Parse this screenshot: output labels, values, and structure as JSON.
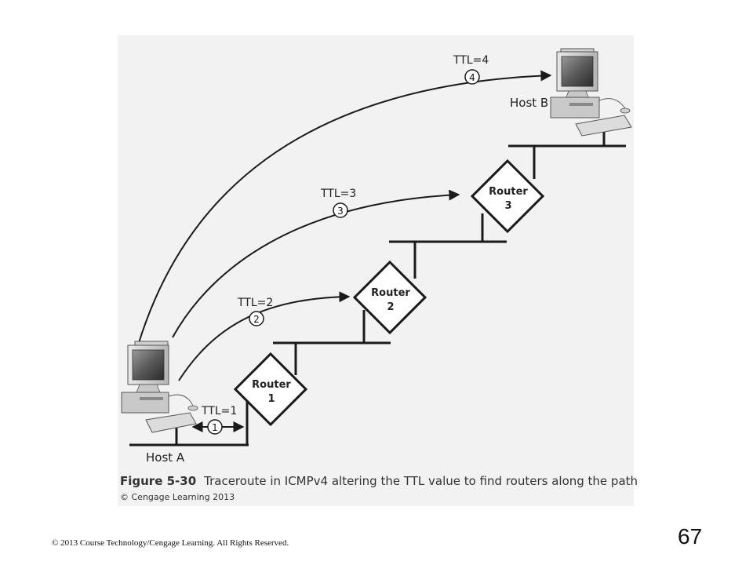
{
  "hosts": {
    "a": {
      "label": "Host A"
    },
    "b": {
      "label": "Host B"
    }
  },
  "routers": [
    {
      "line1": "Router",
      "line2": "1"
    },
    {
      "line1": "Router",
      "line2": "2"
    },
    {
      "line1": "Router",
      "line2": "3"
    }
  ],
  "hops": [
    {
      "step": "1",
      "ttl": "TTL=1"
    },
    {
      "step": "2",
      "ttl": "TTL=2"
    },
    {
      "step": "3",
      "ttl": "TTL=3"
    },
    {
      "step": "4",
      "ttl": "TTL=4"
    }
  ],
  "caption": {
    "label": "Figure 5-30",
    "text": "Traceroute in ICMPv4 altering the TTL value to find routers along the path",
    "credit": "© Cengage Learning 2013"
  },
  "footer": {
    "copyright": "© 2013 Course Technology/Cengage Learning. All Rights Reserved.",
    "page_number": "67"
  }
}
